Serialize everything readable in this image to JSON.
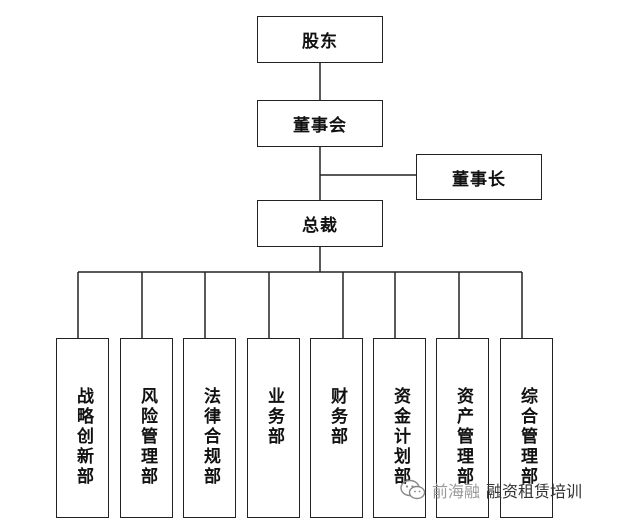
{
  "nodes": {
    "shareholders": "股东",
    "board": "董事会",
    "chairman": "董事长",
    "president": "总裁"
  },
  "departments": [
    "战略创新部",
    "风险管理部",
    "法律合规部",
    "业务部",
    "财务部",
    "资金计划部",
    "资产管理部",
    "综合管理部"
  ],
  "watermark": {
    "faded_text": "前海融",
    "strong_text": "融资租赁培训"
  }
}
